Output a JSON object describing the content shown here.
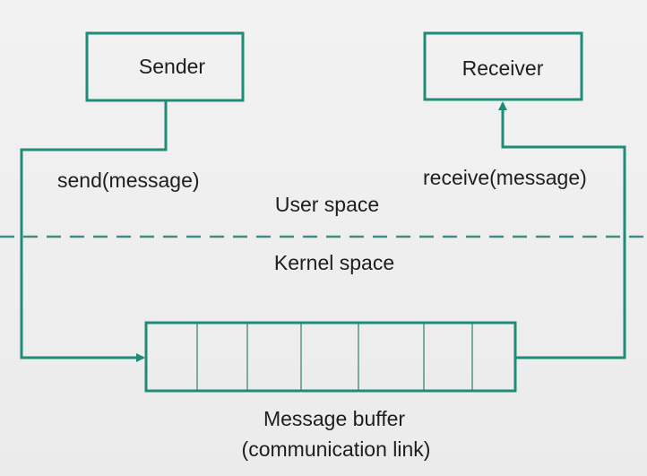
{
  "sender": {
    "label": "Sender"
  },
  "receiver": {
    "label": "Receiver"
  },
  "send_call": "send(message)",
  "receive_call": "receive(message)",
  "user_space": "User space",
  "kernel_space": "Kernel space",
  "buffer": {
    "title": "Message buffer",
    "subtitle": "(communication link)",
    "slots": 7
  },
  "colors": {
    "teal": "#1f8c78",
    "dashed": "#3e8f80",
    "text": "#1e1e1e"
  }
}
